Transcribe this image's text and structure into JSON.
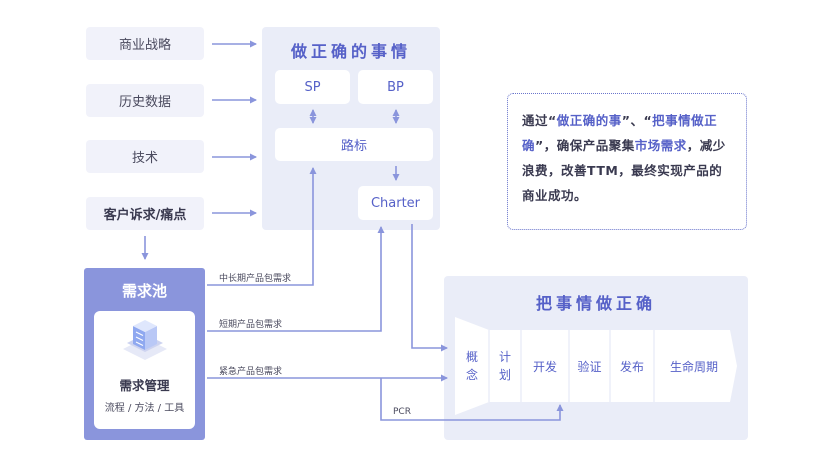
{
  "inputs": [
    {
      "label": "商业战略"
    },
    {
      "label": "历史数据"
    },
    {
      "label": "技术"
    },
    {
      "label": "客户诉求/痛点"
    }
  ],
  "do_right_things": {
    "title": "做正确的事情",
    "sp": "SP",
    "bp": "BP",
    "roadmap": "路标",
    "charter": "Charter"
  },
  "demand_pool": {
    "title": "需求池",
    "management_title": "需求管理",
    "management_sub": "流程 / 方法 / 工具",
    "icon": "server-stack-icon"
  },
  "flows": {
    "mid_long": "中长期产品包需求",
    "short": "短期产品包需求",
    "urgent": "紧急产品包需求",
    "pcr": "PCR"
  },
  "do_things_right": {
    "title": "把事情做正确",
    "stages": [
      "概念",
      "计划",
      "开发",
      "验证",
      "发布",
      "生命周期"
    ]
  },
  "note": {
    "p1": "通过“",
    "h1": "做正确的事",
    "p2": "”、“",
    "h2": "把事情做正确",
    "p3": "”，确保产品聚集",
    "h3": "市场需求",
    "p4": "，减少浪费，改善TTM，最终实现产品的商业成功。"
  },
  "colors": {
    "accent": "#5661c8",
    "arrow": "#8a95dc",
    "panel": "#eaedf8",
    "pool": "#8a95dc"
  }
}
